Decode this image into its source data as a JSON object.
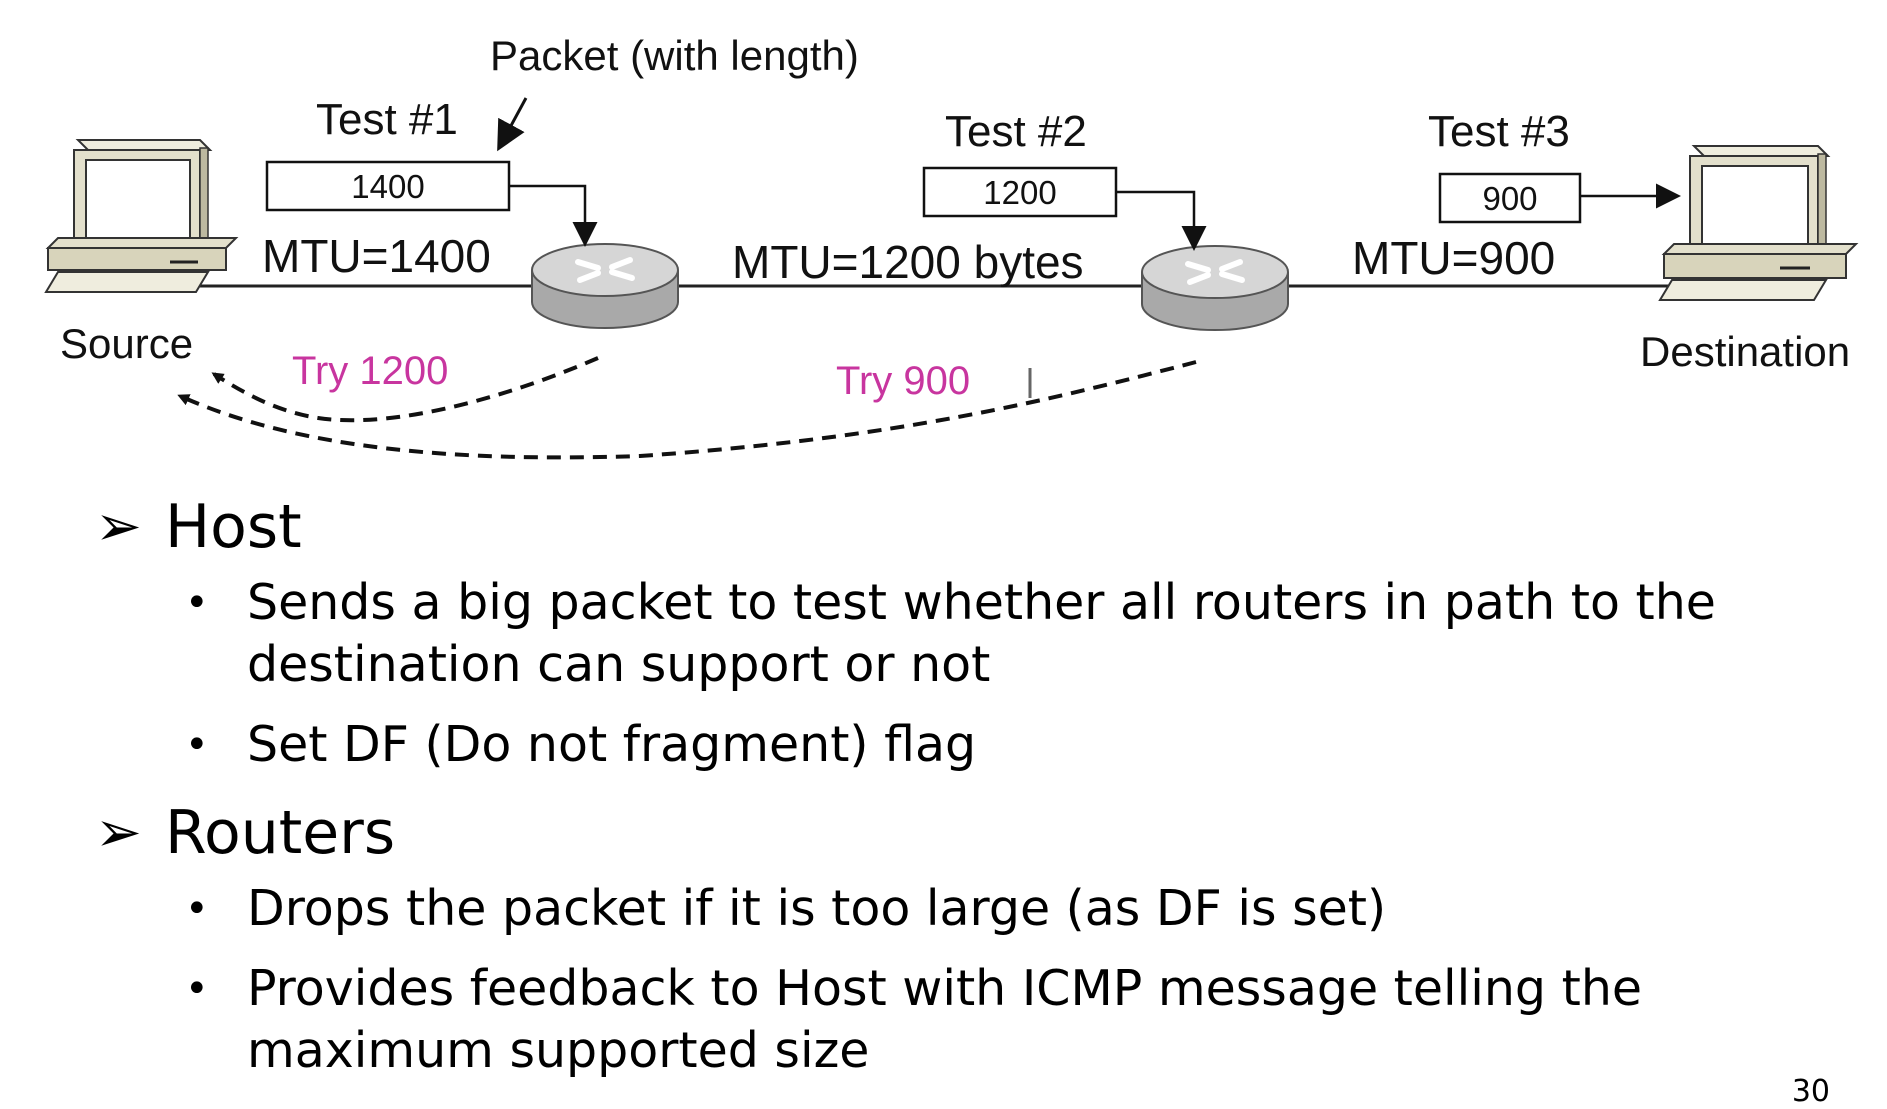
{
  "diagram": {
    "packet_note": "Packet (with length)",
    "tests": [
      {
        "label": "Test #1",
        "size": "1400"
      },
      {
        "label": "Test #2",
        "size": "1200"
      },
      {
        "label": "Test #3",
        "size": "900"
      }
    ],
    "links": [
      {
        "mtu": "MTU=1400"
      },
      {
        "mtu": "MTU=1200 bytes"
      },
      {
        "mtu": "MTU=900"
      }
    ],
    "source_label": "Source",
    "destination_label": "Destination",
    "feedback": [
      {
        "label": "Try 1200"
      },
      {
        "label": "Try 900"
      }
    ],
    "colors": {
      "feedback_text": "#c8359f",
      "monitor_frame": "#e3e0cc",
      "router_body": "#b9b9b9"
    }
  },
  "sections": [
    {
      "marker": "➢",
      "heading": "Host",
      "items": [
        "Sends a big packet to test whether all routers in path to the destination can support or not",
        "Set DF (Do not fragment) flag"
      ]
    },
    {
      "marker": "➢",
      "heading": "Routers",
      "items": [
        "Drops the packet if it is too large (as DF is set)",
        "Provides feedback to Host with ICMP message telling the maximum supported size"
      ]
    }
  ],
  "page_number": "30"
}
